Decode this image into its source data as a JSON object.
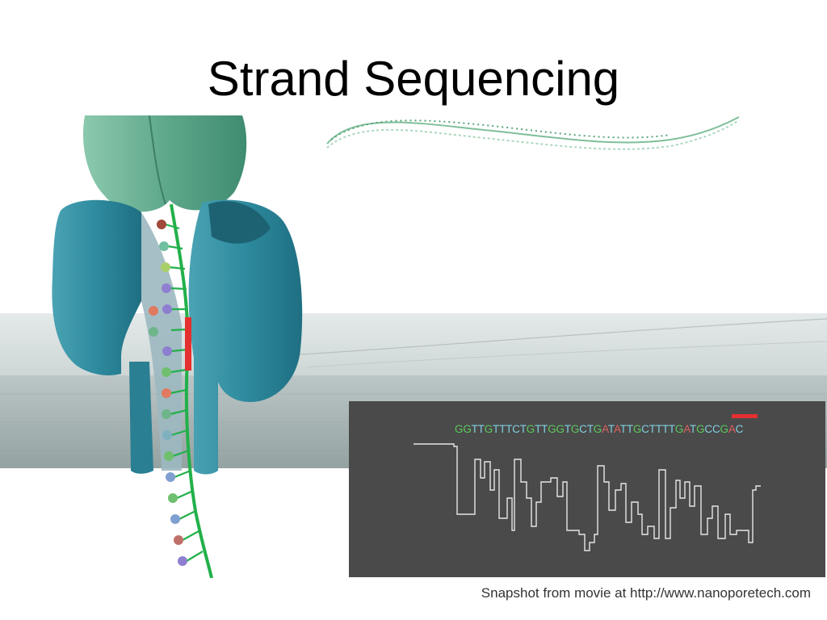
{
  "slide": {
    "title": "Strand Sequencing",
    "caption": "Snapshot from movie at http://www.nanoporetech.com"
  },
  "sequence_panel": {
    "bases": "GGTTGTTTCTGTTGGTGCTGATATTGCTTTTGATGCCGAC",
    "base_colors": {
      "G": "#5cc85c",
      "T": "#7fd0e0",
      "C": "#7fd0e0",
      "A": "#e06060"
    },
    "highlight_color": "#e53030"
  },
  "colors": {
    "membrane_top": "#d8dede",
    "membrane_side": "#a9b5b5",
    "protein_teal": "#2e8a9e",
    "enzyme_green": "#5fa88c",
    "dna_green": "#22b04a",
    "panel_bg": "#4a4a4a"
  }
}
